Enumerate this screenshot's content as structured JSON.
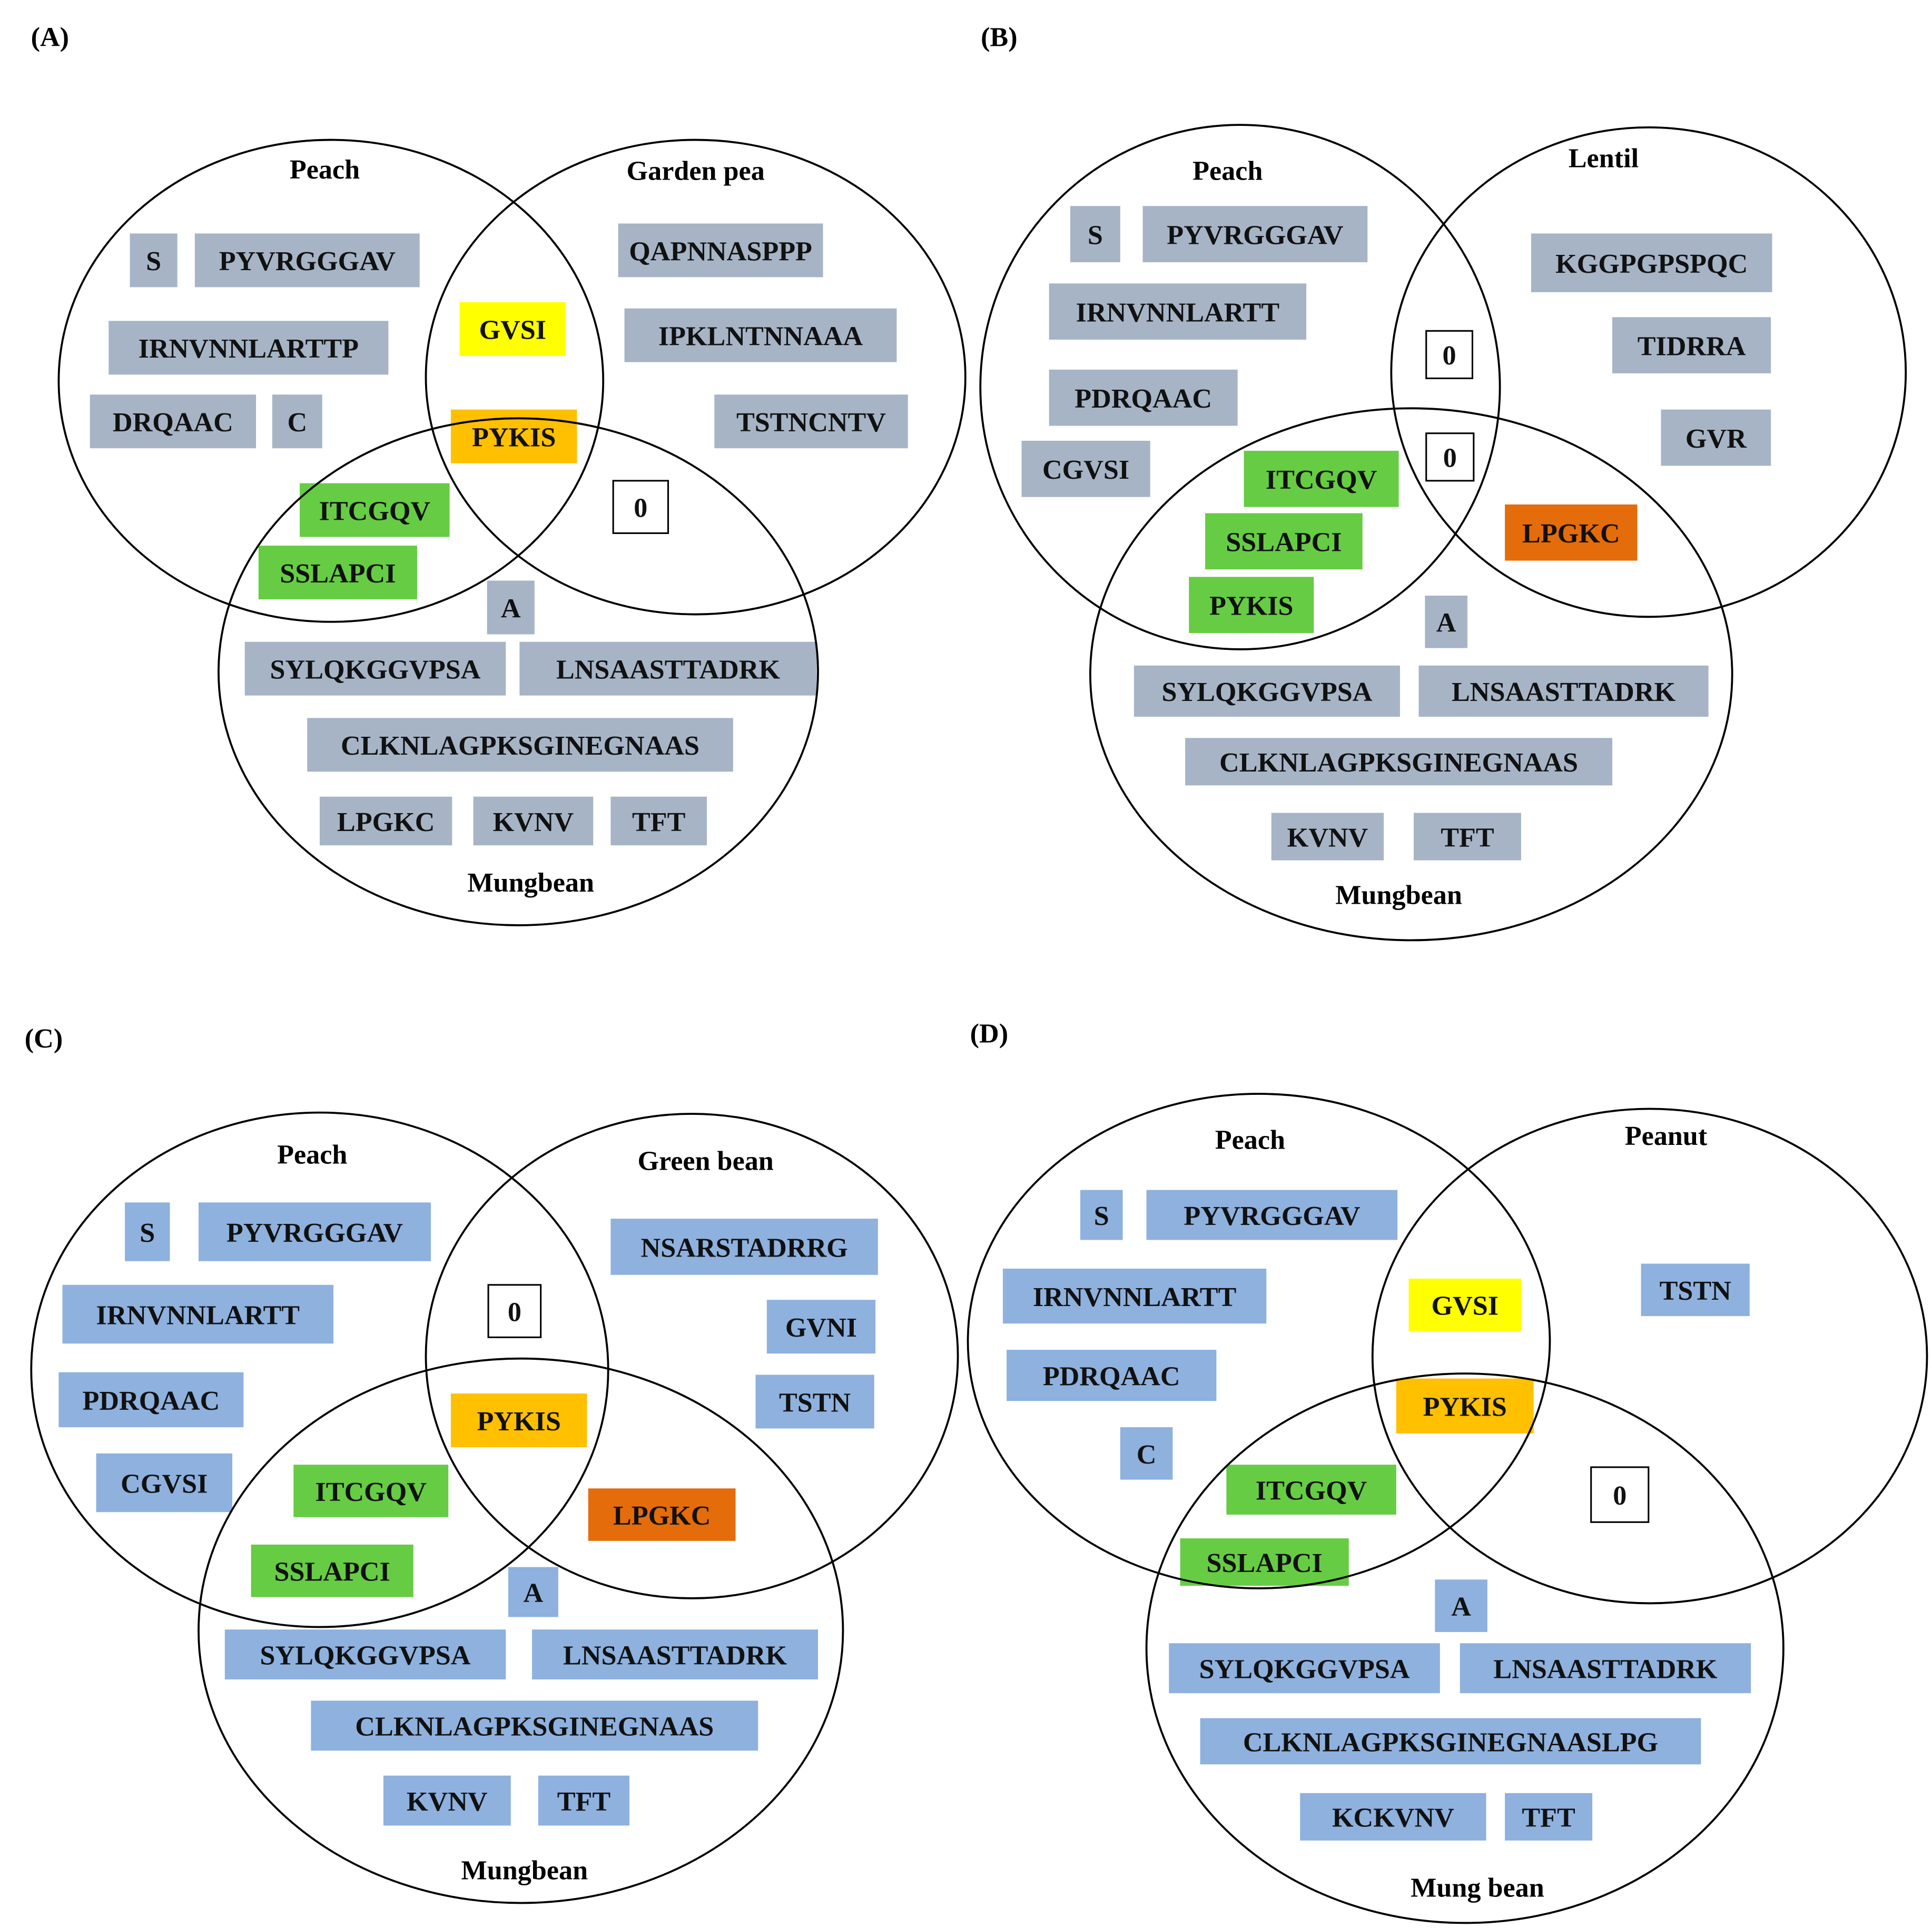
{
  "colors": {
    "grey": "#a6b4c6",
    "blue": "#8eb1de",
    "green": "#66cc44",
    "yellow": "#ffff00",
    "gold": "#ffc000",
    "orange": "#e46c0a",
    "zero": "#ffffff"
  },
  "panels": [
    {
      "label": "(A)",
      "circles": [
        "Peach",
        "Garden pea",
        "Mungbean"
      ],
      "boxes": [
        {
          "text": "S",
          "color": "grey"
        },
        {
          "text": "PYVRGGGAV",
          "color": "grey"
        },
        {
          "text": "IRNVNNLARTTP",
          "color": "grey"
        },
        {
          "text": "DRQAAC",
          "color": "grey"
        },
        {
          "text": "C",
          "color": "grey"
        },
        {
          "text": "QAPNNASPPP",
          "color": "grey"
        },
        {
          "text": "IPKLNTNNAAA",
          "color": "grey"
        },
        {
          "text": "TSTNCNTV",
          "color": "grey"
        },
        {
          "text": "GVSI",
          "color": "yellow"
        },
        {
          "text": "PYKIS",
          "color": "gold"
        },
        {
          "text": "0",
          "color": "zero"
        },
        {
          "text": "ITCGQV",
          "color": "green"
        },
        {
          "text": "SSLAPCI",
          "color": "green"
        },
        {
          "text": "A",
          "color": "grey"
        },
        {
          "text": "SYLQKGGVPSA",
          "color": "grey"
        },
        {
          "text": "LNSAASTTADRK",
          "color": "grey"
        },
        {
          "text": "CLKNLAGPKSGINEGNAAS",
          "color": "grey"
        },
        {
          "text": "LPGKC",
          "color": "grey"
        },
        {
          "text": "KVNV",
          "color": "grey"
        },
        {
          "text": "TFT",
          "color": "grey"
        }
      ]
    },
    {
      "label": "(B)",
      "circles": [
        "Peach",
        "Lentil",
        "Mungbean"
      ],
      "boxes": [
        {
          "text": "S",
          "color": "grey"
        },
        {
          "text": "PYVRGGGAV",
          "color": "grey"
        },
        {
          "text": "IRNVNNLARTT",
          "color": "grey"
        },
        {
          "text": "PDRQAAC",
          "color": "grey"
        },
        {
          "text": "CGVSI",
          "color": "grey"
        },
        {
          "text": "KGGPGPSPQC",
          "color": "grey"
        },
        {
          "text": "TIDRRA",
          "color": "grey"
        },
        {
          "text": "GVR",
          "color": "grey"
        },
        {
          "text": "0",
          "color": "zero"
        },
        {
          "text": "0",
          "color": "zero"
        },
        {
          "text": "ITCGQV",
          "color": "green"
        },
        {
          "text": "SSLAPCI",
          "color": "green"
        },
        {
          "text": "PYKIS",
          "color": "green"
        },
        {
          "text": "LPGKC",
          "color": "orange"
        },
        {
          "text": "A",
          "color": "grey"
        },
        {
          "text": "SYLQKGGVPSA",
          "color": "grey"
        },
        {
          "text": "LNSAASTTADRK",
          "color": "grey"
        },
        {
          "text": "CLKNLAGPKSGINEGNAAS",
          "color": "grey"
        },
        {
          "text": "KVNV",
          "color": "grey"
        },
        {
          "text": "TFT",
          "color": "grey"
        }
      ]
    },
    {
      "label": "(C)",
      "circles": [
        "Peach",
        "Green bean",
        "Mungbean"
      ],
      "boxes": [
        {
          "text": "S",
          "color": "blue"
        },
        {
          "text": "PYVRGGGAV",
          "color": "blue"
        },
        {
          "text": "IRNVNNLARTT",
          "color": "blue"
        },
        {
          "text": "PDRQAAC",
          "color": "blue"
        },
        {
          "text": "CGVSI",
          "color": "blue"
        },
        {
          "text": "NSARSTADRRG",
          "color": "blue"
        },
        {
          "text": "GVNI",
          "color": "blue"
        },
        {
          "text": "TSTN",
          "color": "blue"
        },
        {
          "text": "0",
          "color": "zero"
        },
        {
          "text": "PYKIS",
          "color": "gold"
        },
        {
          "text": "ITCGQV",
          "color": "green"
        },
        {
          "text": "SSLAPCI",
          "color": "green"
        },
        {
          "text": "LPGKC",
          "color": "orange"
        },
        {
          "text": "A",
          "color": "blue"
        },
        {
          "text": "SYLQKGGVPSA",
          "color": "blue"
        },
        {
          "text": "LNSAASTTADRK",
          "color": "blue"
        },
        {
          "text": "CLKNLAGPKSGINEGNAAS",
          "color": "blue"
        },
        {
          "text": "KVNV",
          "color": "blue"
        },
        {
          "text": "TFT",
          "color": "blue"
        }
      ]
    },
    {
      "label": "(D)",
      "circles": [
        "Peach",
        "Peanut",
        "Mung bean"
      ],
      "boxes": [
        {
          "text": "S",
          "color": "blue"
        },
        {
          "text": "PYVRGGGAV",
          "color": "blue"
        },
        {
          "text": "IRNVNNLARTT",
          "color": "blue"
        },
        {
          "text": "PDRQAAC",
          "color": "blue"
        },
        {
          "text": "C",
          "color": "blue"
        },
        {
          "text": "TSTN",
          "color": "blue"
        },
        {
          "text": "GVSI",
          "color": "yellow"
        },
        {
          "text": "PYKIS",
          "color": "gold"
        },
        {
          "text": "0",
          "color": "zero"
        },
        {
          "text": "ITCGQV",
          "color": "green"
        },
        {
          "text": "SSLAPCI",
          "color": "green"
        },
        {
          "text": "A",
          "color": "blue"
        },
        {
          "text": "SYLQKGGVPSA",
          "color": "blue"
        },
        {
          "text": "LNSAASTTADRK",
          "color": "blue"
        },
        {
          "text": "CLKNLAGPKSGINEGNAASLPG",
          "color": "blue"
        },
        {
          "text": "KCKVNV",
          "color": "blue"
        },
        {
          "text": "TFT",
          "color": "blue"
        }
      ]
    }
  ]
}
